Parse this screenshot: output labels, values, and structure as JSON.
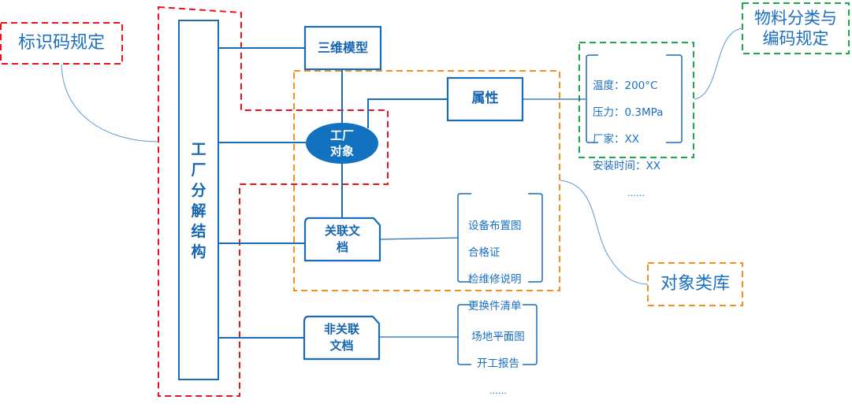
{
  "colors": {
    "primary_blue": "#1b6cb8",
    "ellipse_fill": "#1272c0",
    "red_dashed": "#e8141b",
    "orange_dashed": "#f39020",
    "green_dashed": "#1aa84b",
    "connector_light": "#5b9bd5"
  },
  "callouts": {
    "identifier_rules": "标识码规定",
    "material_rules": "物料分类与\n编码规定",
    "object_library": "对象类库"
  },
  "nodes": {
    "plant_breakdown": "工\n厂\n分\n解\n结\n构",
    "model_3d": "三维模型",
    "attributes": "属性",
    "plant_object": "工厂\n对象",
    "related_docs": "关联文\n档",
    "unrelated_docs": "非关联\n文档"
  },
  "lists": {
    "attributes": {
      "items": [
        "温度：200°C",
        "压力：0.3MPa",
        "厂家：XX",
        "安装时间：XX"
      ],
      "more": "……"
    },
    "related_docs": {
      "items": [
        "设备布置图",
        "合格证",
        "检维修说明",
        "更换件清单"
      ],
      "more": "……"
    },
    "unrelated_docs": {
      "items": [
        "场地平面图",
        "开工报告"
      ],
      "more": "……"
    }
  }
}
